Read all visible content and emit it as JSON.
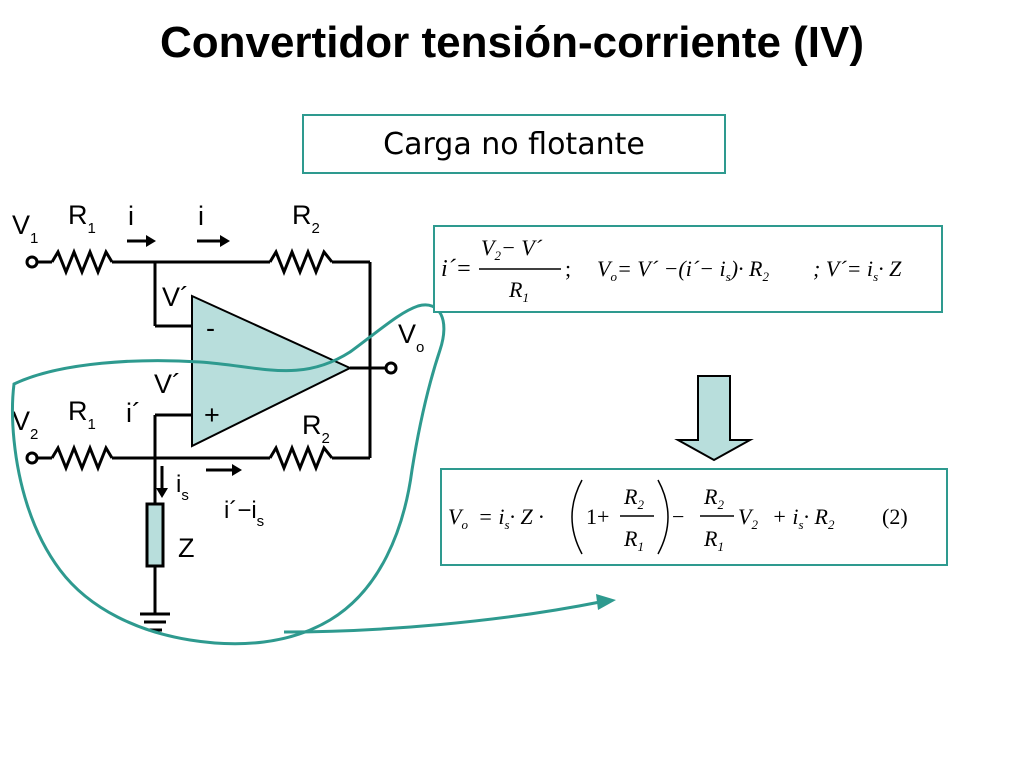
{
  "title": "Convertidor tensión-corriente (IV)",
  "subtitle": "Carga no flotante",
  "circuit": {
    "v1": "V",
    "v1_sub": "1",
    "v2": "V",
    "v2_sub": "2",
    "r1_top": "R",
    "r1_top_sub": "1",
    "r2_top": "R",
    "r2_top_sub": "2",
    "r1_bottom": "R",
    "r1_bottom_sub": "1",
    "r2_bottom": "R",
    "r2_bottom_sub": "2",
    "i_left": "i",
    "i_right": "i",
    "vprime_top": "V´",
    "vprime_bottom": "V´",
    "minus": "-",
    "plus": "+",
    "vo": "V",
    "vo_sub": "o",
    "i_prime": "i´",
    "is": "i",
    "is_sub": "s",
    "i_minus_is": "i´−i",
    "i_minus_is_sub": "s",
    "z": "Z"
  },
  "colors": {
    "opamp_fill": "#b8dedc",
    "accent": "#2e9a8f",
    "arrow_fill": "#b8dedc"
  },
  "equations": {
    "eq1_lhs": "i´=",
    "eq1_num": "V",
    "eq1_num_sub": "2",
    "eq1_num_rest": "− V´",
    "eq1_den": "R",
    "eq1_den_sub": "1",
    "eq1_sep": ";",
    "eq1_part2": "V",
    "eq1_part2_sub": "o",
    "eq1_part2_rest": "= V´ −(i´− i",
    "eq1_part2_is_sub": "s",
    "eq1_part2_tail": ")· R",
    "eq1_part2_r_sub": "2",
    "eq1_part3": "; V´= i",
    "eq1_part3_sub": "s",
    "eq1_part3_tail": "· Z",
    "eq2_vo": "V",
    "eq2_vo_sub": "o",
    "eq2_a": "= i",
    "eq2_a_sub": "s",
    "eq2_b": "· Z ·",
    "eq2_one": "1+",
    "eq2_frac_num": "R",
    "eq2_frac_num_sub": "2",
    "eq2_frac_den": "R",
    "eq2_frac_den_sub": "1",
    "eq2_minus": "−",
    "eq2_frac2_num": "R",
    "eq2_frac2_num_sub": "2",
    "eq2_frac2_den": "R",
    "eq2_frac2_den_sub": "1",
    "eq2_v2": "V",
    "eq2_v2_sub": "2",
    "eq2_tail": "+ i",
    "eq2_tail_sub": "s",
    "eq2_tail2": "· R",
    "eq2_tail2_sub": "2",
    "eq2_num": "(2)"
  }
}
